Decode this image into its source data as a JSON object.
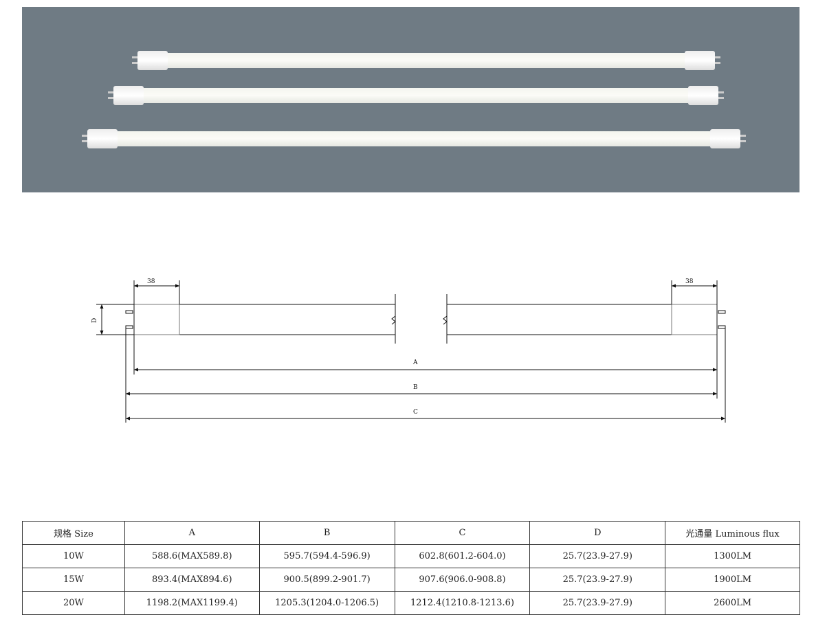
{
  "diagram": {
    "cap_length": "38",
    "labels": {
      "a": "A",
      "b": "B",
      "c": "C",
      "d": "D"
    }
  },
  "table": {
    "headers": [
      "规格 Size",
      "A",
      "B",
      "C",
      "D",
      "光通量 Luminous flux"
    ],
    "rows": [
      [
        "10W",
        "588.6(MAX589.8)",
        "595.7(594.4-596.9)",
        "602.8(601.2-604.0)",
        "25.7(23.9-27.9)",
        "1300LM"
      ],
      [
        "15W",
        "893.4(MAX894.6)",
        "900.5(899.2-901.7)",
        "907.6(906.0-908.8)",
        "25.7(23.9-27.9)",
        "1900LM"
      ],
      [
        "20W",
        "1198.2(MAX1199.4)",
        "1205.3(1204.0-1206.5)",
        "1212.4(1210.8-1213.6)",
        "25.7(23.9-27.9)",
        "2600LM"
      ]
    ]
  }
}
